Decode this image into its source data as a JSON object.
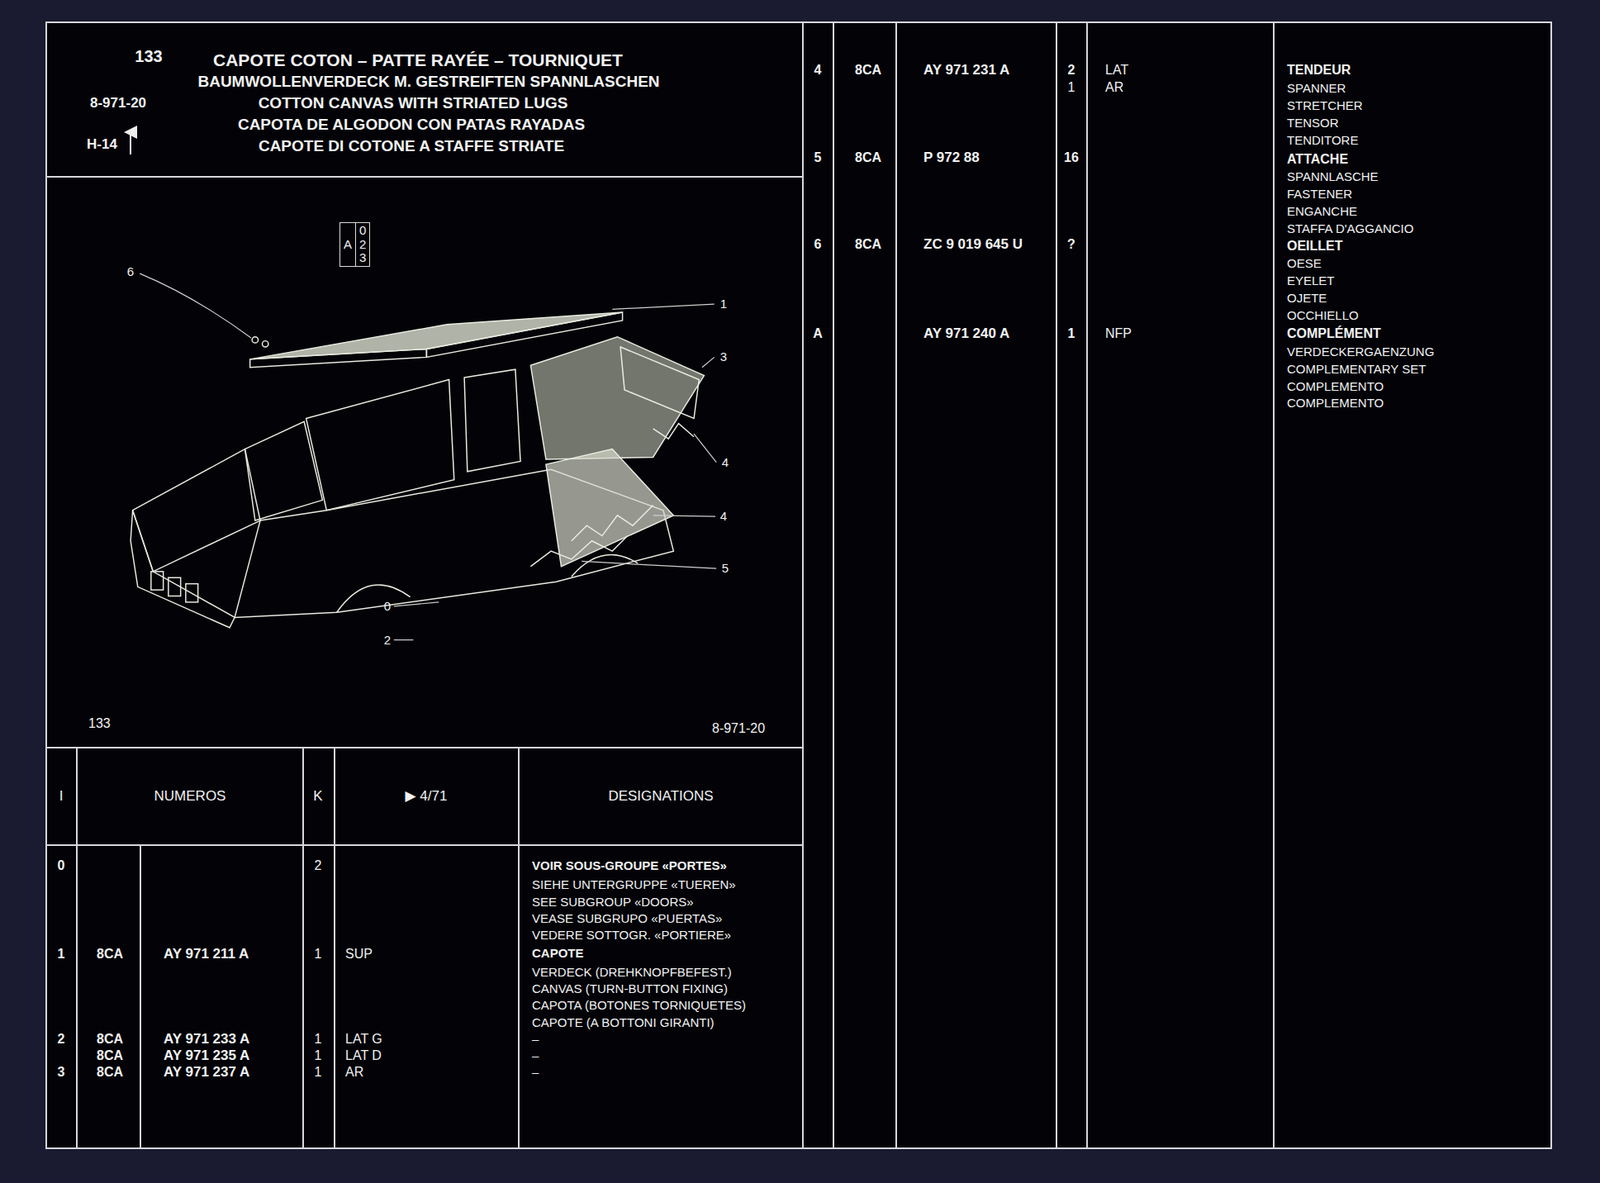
{
  "diagram": {
    "title": "CAPOTE COTON – PATTE RAYÉE – TOURNIQUET",
    "nodes": [
      {
        "text": [
          "A",
          "0",
          "2",
          "3"
        ]
      }
    ],
    "labels": [
      "133",
      "BAUMWOLLENVERDECK M. GESTREIFTEN SPANNLASCHEN",
      "8-971-20",
      "COTTON CANVAS WITH STRIATED LUGS",
      "CAPOTA DE ALGODON CON PATAS RAYADAS",
      "H-14",
      "CAPOTE DI COTONE A STAFFE STRIATE",
      "6",
      "1",
      "3",
      "4",
      "4",
      "5",
      "0",
      "2",
      "133",
      "8-971-20",
      "I",
      "NUMEROS",
      "K",
      "▶ 4/71",
      "DESIGNATIONS",
      "0",
      "2",
      "VOIR SOUS-GROUPE «PORTES»",
      "SIEHE UNTERGRUPPE «TUEREN»",
      "SEE SUBGROUP «DOORS»",
      "VEASE SUBGRUPO «PUERTAS»",
      "VEDERE SOTTOGR. «PORTIERE»",
      "1",
      "8CA",
      "AY 971 211 A",
      "1",
      "SUP",
      "CAPOTE",
      "VERDECK (DREHKNOPFBEFEST.)",
      "CANVAS (TURN-BUTTON FIXING)",
      "CAPOTA (BOTONES TORNIQUETES)",
      "CAPOTE (A BOTTONI GIRANTI)",
      "2",
      "8CA",
      "AY 971 233 A",
      "1",
      "LAT G",
      "–",
      "8CA",
      "AY 971 235 A",
      "1",
      "LAT D",
      "–",
      "3",
      "8CA",
      "AY 971 237 A",
      "1",
      "AR",
      "–",
      "4",
      "8CA",
      "AY 971 231 A",
      "2",
      "1",
      "LAT",
      "AR",
      "TENDEUR",
      "SPANNER",
      "STRETCHER",
      "TENSOR",
      "TENDITORE",
      "5",
      "8CA",
      "P 972 88",
      "16",
      "ATTACHE",
      "SPANNLASCHE",
      "FASTENER",
      "ENGANCHE",
      "STAFFA D'AGGANCIO",
      "6",
      "8CA",
      "ZC 9 019 645 U",
      "?",
      "OEILLET",
      "OESE",
      "EYELET",
      "OJETE",
      "OCCHIELLO",
      "A",
      "AY 971 240 A",
      "1",
      "NFP",
      "COMPLÉMENT",
      "VERDECKERGAENZUNG",
      "COMPLEMENTARY SET",
      "COMPLEMENTO",
      "COMPLEMENTO"
    ]
  }
}
